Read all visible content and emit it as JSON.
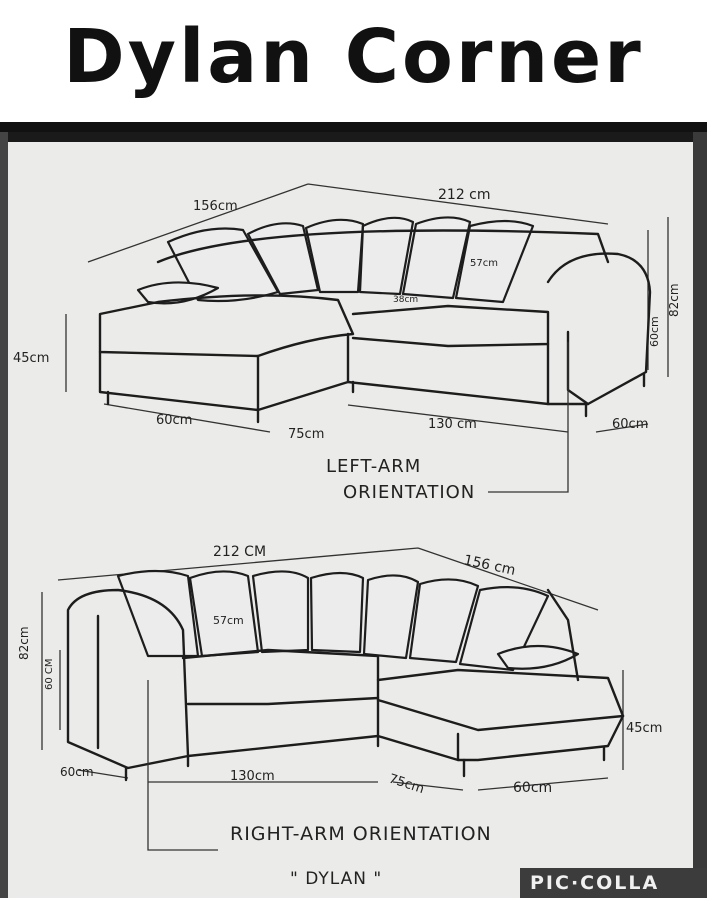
{
  "title": "Dylan Corner",
  "watermark": "PIC·COLLA",
  "left_arm": {
    "caption_line1": "LEFT-ARM",
    "caption_line2": "ORIENTATION",
    "dims": {
      "chaise_length": "156cm",
      "total_length": "212 cm",
      "back_cushion": "57cm",
      "seat_depth": "38cm",
      "arm_height": "60cm",
      "total_height": "82cm",
      "seat_height": "45cm",
      "chaise_width": "60cm",
      "chaise_front": "75cm",
      "sofa_front": "130 cm",
      "arm_depth": "60cm"
    }
  },
  "right_arm": {
    "caption_line1": "RIGHT-ARM ORIENTATION",
    "caption_line2": "\" DYLAN \"",
    "dims": {
      "total_length": "212 CM",
      "chaise_length": "156 cm",
      "back_cushion": "57cm",
      "total_height": "82cm",
      "arm_height": "60 CM",
      "seat_height": "45cm",
      "arm_depth": "60cm",
      "sofa_front": "130cm",
      "chaise_front": "75cm",
      "chaise_width": "60cm"
    }
  }
}
